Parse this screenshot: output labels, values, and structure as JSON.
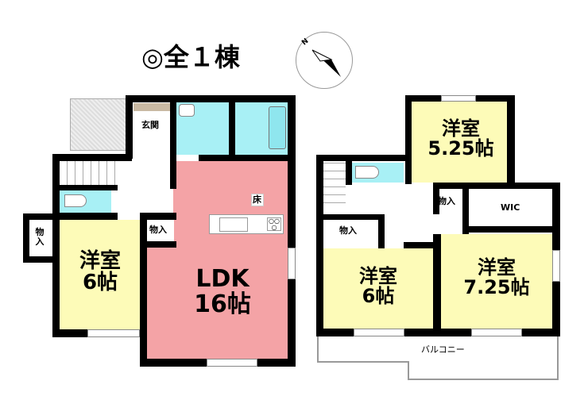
{
  "title": "◎全１棟",
  "compass": {
    "north_label": "N"
  },
  "floor1": {
    "entrance": "玄関",
    "ldk": {
      "name": "LDK",
      "size": "16帖"
    },
    "floor_label": "床",
    "western_room": {
      "name": "洋室",
      "size": "6帖"
    },
    "storage_left": "物入",
    "storage_center": "物入"
  },
  "floor2": {
    "room_a": {
      "name": "洋室",
      "size": "5.25帖"
    },
    "room_b": {
      "name": "洋室",
      "size": "6帖"
    },
    "room_c": {
      "name": "洋室",
      "size": "7.25帖"
    },
    "wic": "WIC",
    "storage_a": "物入",
    "storage_b": "物入",
    "balcony": "バルコニー"
  },
  "colors": {
    "ldk": "#f4a3a6",
    "room": "#fdfbb8",
    "wet": "#a8f0f5",
    "wall": "#000000"
  }
}
